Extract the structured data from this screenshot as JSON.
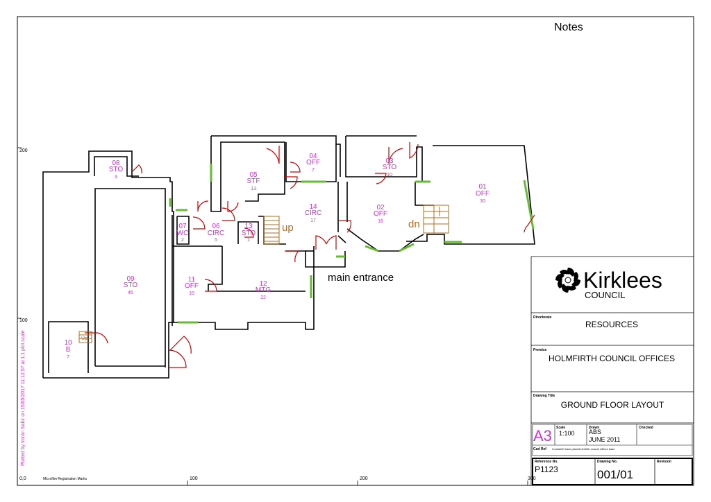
{
  "notes_title": "Notes",
  "axis": {
    "left_ticks": [
      "200",
      "100"
    ],
    "bottom_ticks": [
      "0,0",
      "100",
      "200",
      "300"
    ]
  },
  "plot_note": "Plotted by Imran Sabir on 15/05/2017 11:12:57 at 1:1 plot scale",
  "microfilm": "Microfilm Registration Marks",
  "rooms": [
    {
      "code": "08",
      "type": "STO",
      "area": "3"
    },
    {
      "code": "05",
      "type": "STF",
      "area": "13"
    },
    {
      "code": "04",
      "type": "OFF",
      "area": "7"
    },
    {
      "code": "03",
      "type": "STO",
      "area": "10"
    },
    {
      "code": "01",
      "type": "OFF",
      "area": "30"
    },
    {
      "code": "14",
      "type": "CIRC",
      "area": "17"
    },
    {
      "code": "02",
      "type": "OFF",
      "area": "16"
    },
    {
      "code": "07",
      "type": "WC",
      "area": "2"
    },
    {
      "code": "06",
      "type": "CIRC",
      "area": "5"
    },
    {
      "code": "13",
      "type": "STO",
      "area": "1"
    },
    {
      "code": "09",
      "type": "STO",
      "area": "45"
    },
    {
      "code": "11",
      "type": "OFF",
      "area": "10"
    },
    {
      "code": "12",
      "type": "MTG",
      "area": "22"
    },
    {
      "code": "10",
      "type": "B",
      "area": "7"
    }
  ],
  "stairs": {
    "up": "up",
    "dn": "dn",
    "small_up": "Up"
  },
  "main_entrance": "main entrance",
  "logo": {
    "name": "Kirklees",
    "sub": "COUNCIL"
  },
  "title_block": {
    "directorate_label": "Directorate",
    "directorate": "RESOURCES",
    "premise_label": "Premise",
    "premise": "HOLMFIRTH COUNCIL OFFICES",
    "drawing_title_label": "Drawing Title",
    "drawing_title": "GROUND FLOOR LAYOUT",
    "sheet": "A3",
    "scale_label": "Scale",
    "scale": "1:100",
    "drawn_label": "Drawn",
    "drawn": "ABS",
    "date": "JUNE 2011",
    "checked_label": "Checked",
    "cad_ref_label": "Cad Ref",
    "cad_ref": "t:\\cada\\00 base plans\\holmfirth council offices base",
    "reference_label": "Reference No.",
    "reference": "P1123",
    "drawing_no_label": "Drawing No.",
    "drawing_no": "001/01",
    "revision_label": "Revision"
  }
}
